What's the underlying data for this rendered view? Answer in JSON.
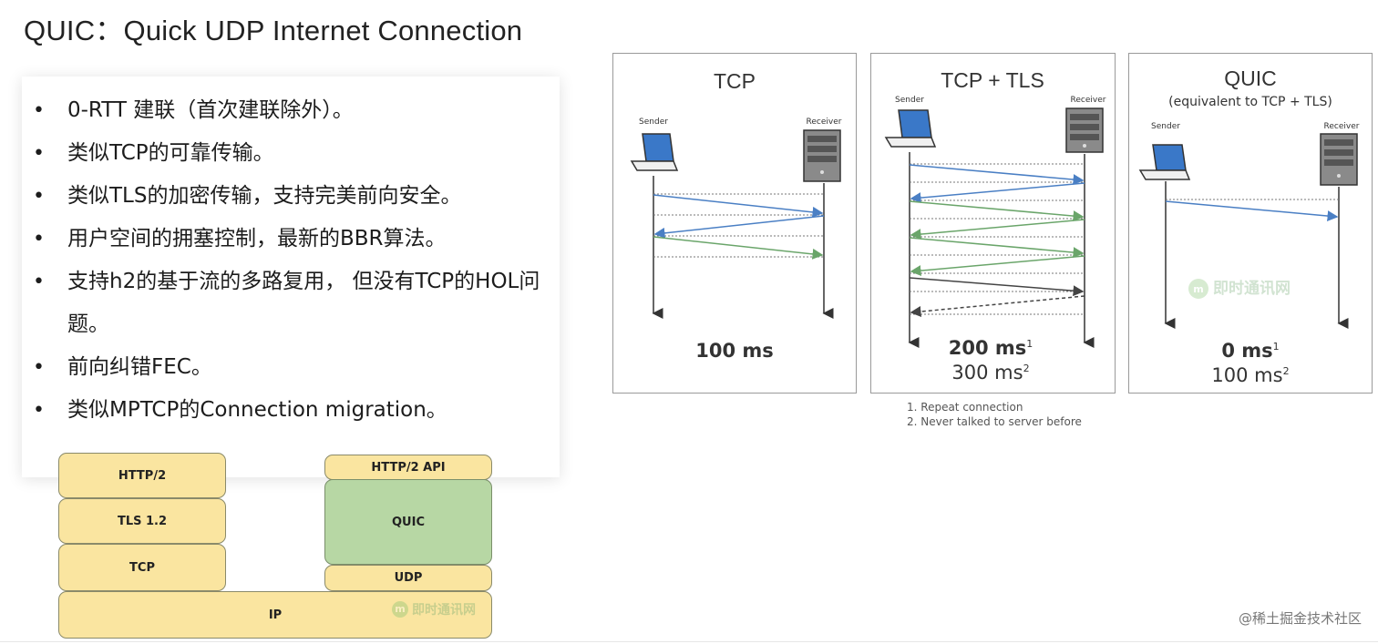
{
  "title": "QUIC：Quick UDP Internet Connection",
  "bullets": [
    "0-RTT 建联（首次建联除外）。",
    "类似TCP的可靠传输。",
    "类似TLS的加密传输，支持完美前向安全。",
    "用户空间的拥塞控制，最新的BBR算法。",
    "支持h2的基于流的多路复用， 但没有TCP的HOL问题。",
    "前向纠错FEC。",
    "类似MPTCP的Connection migration。"
  ],
  "stack": {
    "left": [
      "HTTP/2",
      "TLS 1.2",
      "TCP"
    ],
    "right": [
      "HTTP/2 API",
      "QUIC",
      "UDP"
    ],
    "base": "IP",
    "watermark": "即时通讯网"
  },
  "panels": [
    {
      "title": "TCP",
      "subtitle": "",
      "sender": "Sender",
      "receiver": "Receiver",
      "time_main": "100 ms",
      "time_main_sup": "",
      "time_sub": "",
      "time_sub_sup": ""
    },
    {
      "title": "TCP + TLS",
      "subtitle": "",
      "sender": "Sender",
      "receiver": "Receiver",
      "time_main": "200 ms",
      "time_main_sup": "1",
      "time_sub": "300 ms",
      "time_sub_sup": "2"
    },
    {
      "title": "QUIC",
      "subtitle": "(equivalent to TCP + TLS)",
      "sender": "Sender",
      "receiver": "Receiver",
      "time_main": "0 ms",
      "time_main_sup": "1",
      "time_sub": "100 ms",
      "time_sub_sup": "2",
      "watermark": "即时通讯网"
    }
  ],
  "footnotes": [
    "1. Repeat connection",
    "2. Never talked to server before"
  ],
  "credit": "@稀土掘金技术社区",
  "colors": {
    "blue": "#4a7fc4",
    "green": "#6aa56a",
    "dark": "#444444",
    "stack_yellow": "#fae5a0",
    "stack_green": "#b7d7a4"
  },
  "icons": [
    "laptop-icon",
    "server-icon"
  ]
}
